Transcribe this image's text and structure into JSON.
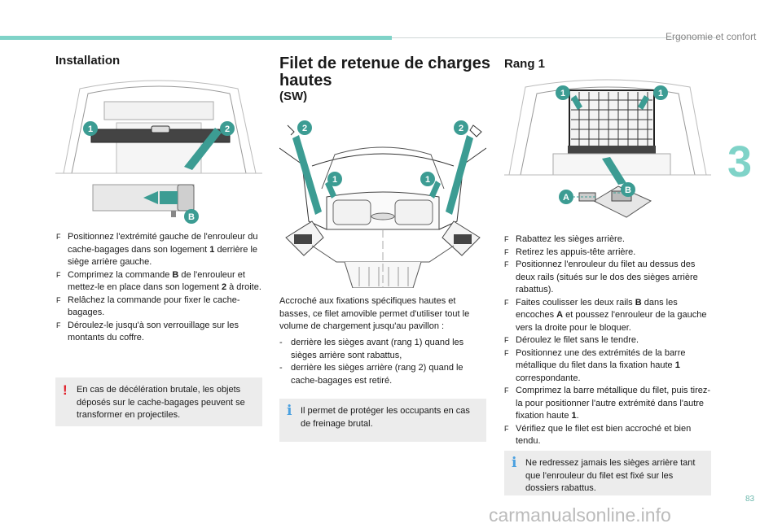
{
  "header": {
    "section": "Ergonomie et confort",
    "chapter": "3",
    "page": "83"
  },
  "watermark": "carmanualsonline.info",
  "col1": {
    "title": "Installation",
    "callouts": [
      "1",
      "2",
      "B"
    ],
    "steps": [
      {
        "parts": [
          "Positionnez l'extrémité gauche de l'enrouleur du cache-bagages dans son logement ",
          "1",
          " derrière le siège arrière gauche."
        ]
      },
      {
        "parts": [
          "Comprimez la commande ",
          "B",
          " de l'enrouleur et mettez-le en place dans son logement ",
          "2",
          " à droite."
        ]
      },
      {
        "parts": [
          "Relâchez la commande pour fixer le cache-bagages."
        ]
      },
      {
        "parts": [
          "Déroulez-le jusqu'à son verrouillage sur les montants du coffre."
        ]
      }
    ],
    "warning": "En cas de décélération brutale, les objets déposés sur le cache-bagages peuvent se transformer en projectiles."
  },
  "col2": {
    "title": "Filet de retenue de charges hautes",
    "subtitle": "(SW)",
    "callouts": [
      "2",
      "2",
      "1",
      "1"
    ],
    "intro": "Accroché aux fixations spécifiques hautes et basses, ce filet amovible permet d'utiliser tout le volume de chargement jusqu'au pavillon :",
    "dashes": [
      "derrière les sièges avant (rang 1) quand les sièges arrière sont rabattus,",
      "derrière les sièges arrière (rang 2) quand le cache-bagages est retiré."
    ],
    "info": "Il permet de protéger les occupants en cas de freinage brutal."
  },
  "col3": {
    "title": "Rang 1",
    "callouts": [
      "1",
      "1",
      "A",
      "B"
    ],
    "steps": [
      {
        "parts": [
          "Rabattez les sièges arrière."
        ]
      },
      {
        "parts": [
          "Retirez les appuis-tête arrière."
        ]
      },
      {
        "parts": [
          "Positionnez l'enrouleur du filet au dessus des deux rails (situés sur le dos des sièges arrière rabattus)."
        ]
      },
      {
        "parts": [
          "Faites coulisser les deux rails ",
          "B",
          " dans les encoches ",
          "A",
          " et poussez l'enrouleur de la gauche vers la droite pour le bloquer."
        ]
      },
      {
        "parts": [
          "Déroulez le filet sans le tendre."
        ]
      },
      {
        "parts": [
          "Positionnez une des extrémités de la barre métallique du filet dans la fixation haute ",
          "1",
          " correspondante."
        ]
      },
      {
        "parts": [
          "Comprimez la barre métallique du filet, puis tirez-la pour positionner l'autre extrémité dans l'autre fixation haute ",
          "1",
          "."
        ]
      },
      {
        "parts": [
          "Vérifiez que le filet est bien accroché et bien tendu."
        ]
      }
    ],
    "info": "Ne redressez jamais les sièges arrière tant que l'enrouleur du filet est fixé sur les dossiers rabattus."
  },
  "bullet_marker": "F",
  "dash_marker": "-",
  "colors": {
    "accent": "#7fd3c8",
    "callout": "#3c9c93",
    "warning": "#e0202a",
    "info": "#4aa0e0",
    "box": "#ececec"
  }
}
